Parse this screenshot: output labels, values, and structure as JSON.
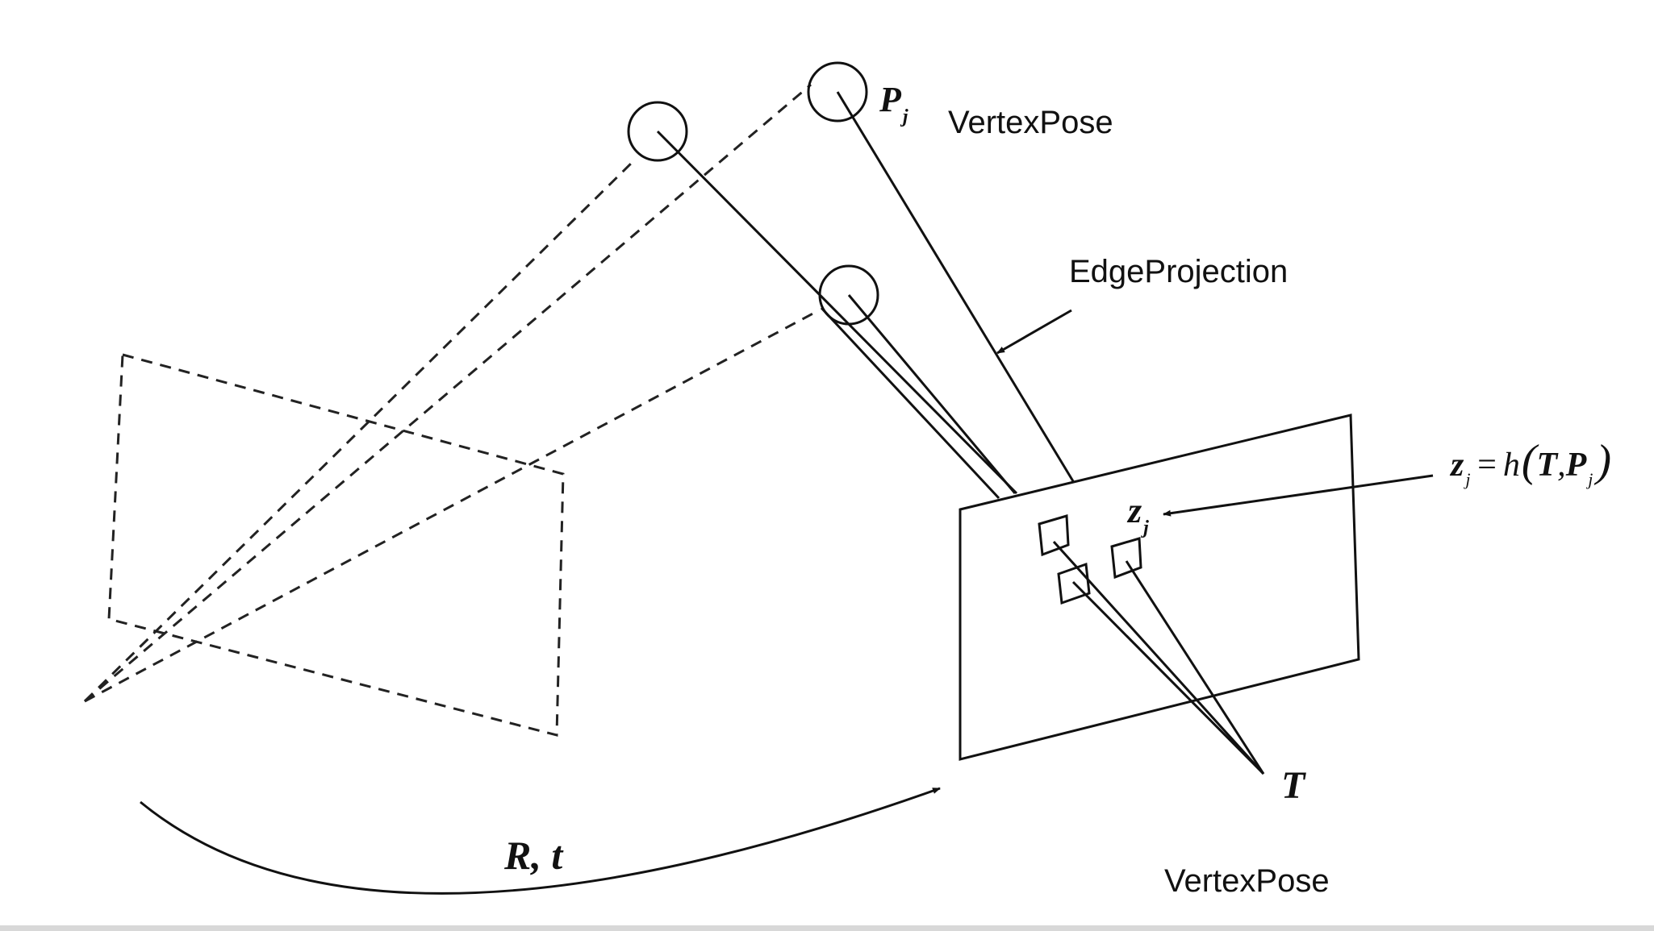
{
  "labels": {
    "point_symbol": "P",
    "point_sub": "j",
    "vertex_top": "VertexPose",
    "edge": "EdgeProjection",
    "measurement_symbol": "z",
    "measurement_sub": "j",
    "equation_h": "h",
    "equation_T": "T",
    "equation_P": "P",
    "equation_sub": "j",
    "transform_symbol": "T",
    "rotation_translation_R": "R",
    "rotation_translation_t": "t",
    "vertex_bottom": "VertexPose"
  },
  "colors": {
    "ink": "#111111",
    "background": "#ffffff"
  }
}
